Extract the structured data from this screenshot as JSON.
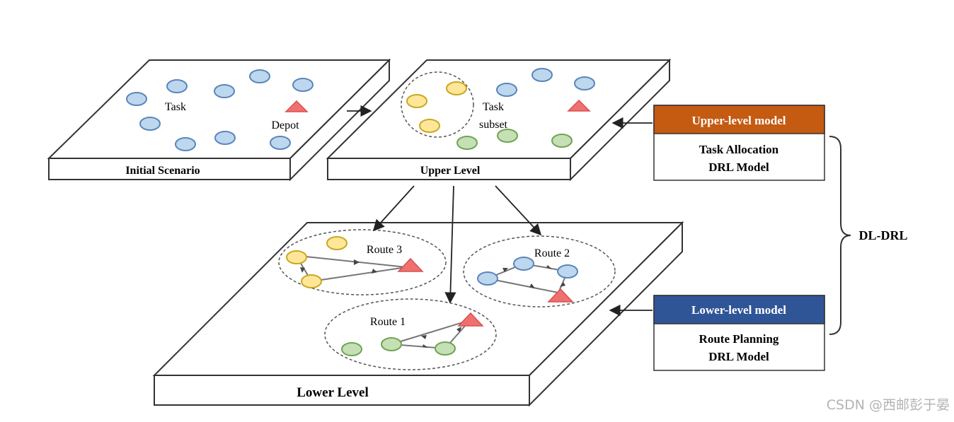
{
  "plates": {
    "initial": {
      "label": "Initial Scenario",
      "task_label": "Task",
      "depot_label": "Depot"
    },
    "upper": {
      "label": "Upper Level",
      "task_subset_line1": "Task",
      "task_subset_line2": "subset"
    },
    "lower": {
      "label": "Lower Level",
      "route3": "Route 3",
      "route2": "Route 2",
      "route1": "Route 1"
    }
  },
  "side_boxes": {
    "upper_model": {
      "header": "Upper-level model",
      "line1": "Task Allocation",
      "line2": "DRL Model",
      "color": "#c55a11"
    },
    "lower_model": {
      "header": "Lower-level model",
      "line1": "Route Planning",
      "line2": "DRL Model",
      "color": "#2f5597"
    }
  },
  "brace_label": "DL-DRL",
  "watermark": "CSDN @西邮彭于晏",
  "colors": {
    "task_blue": "#bdd7ee",
    "task_yellow": "#ffe699",
    "task_green": "#c5e0b4",
    "depot_red": "#f07070"
  }
}
